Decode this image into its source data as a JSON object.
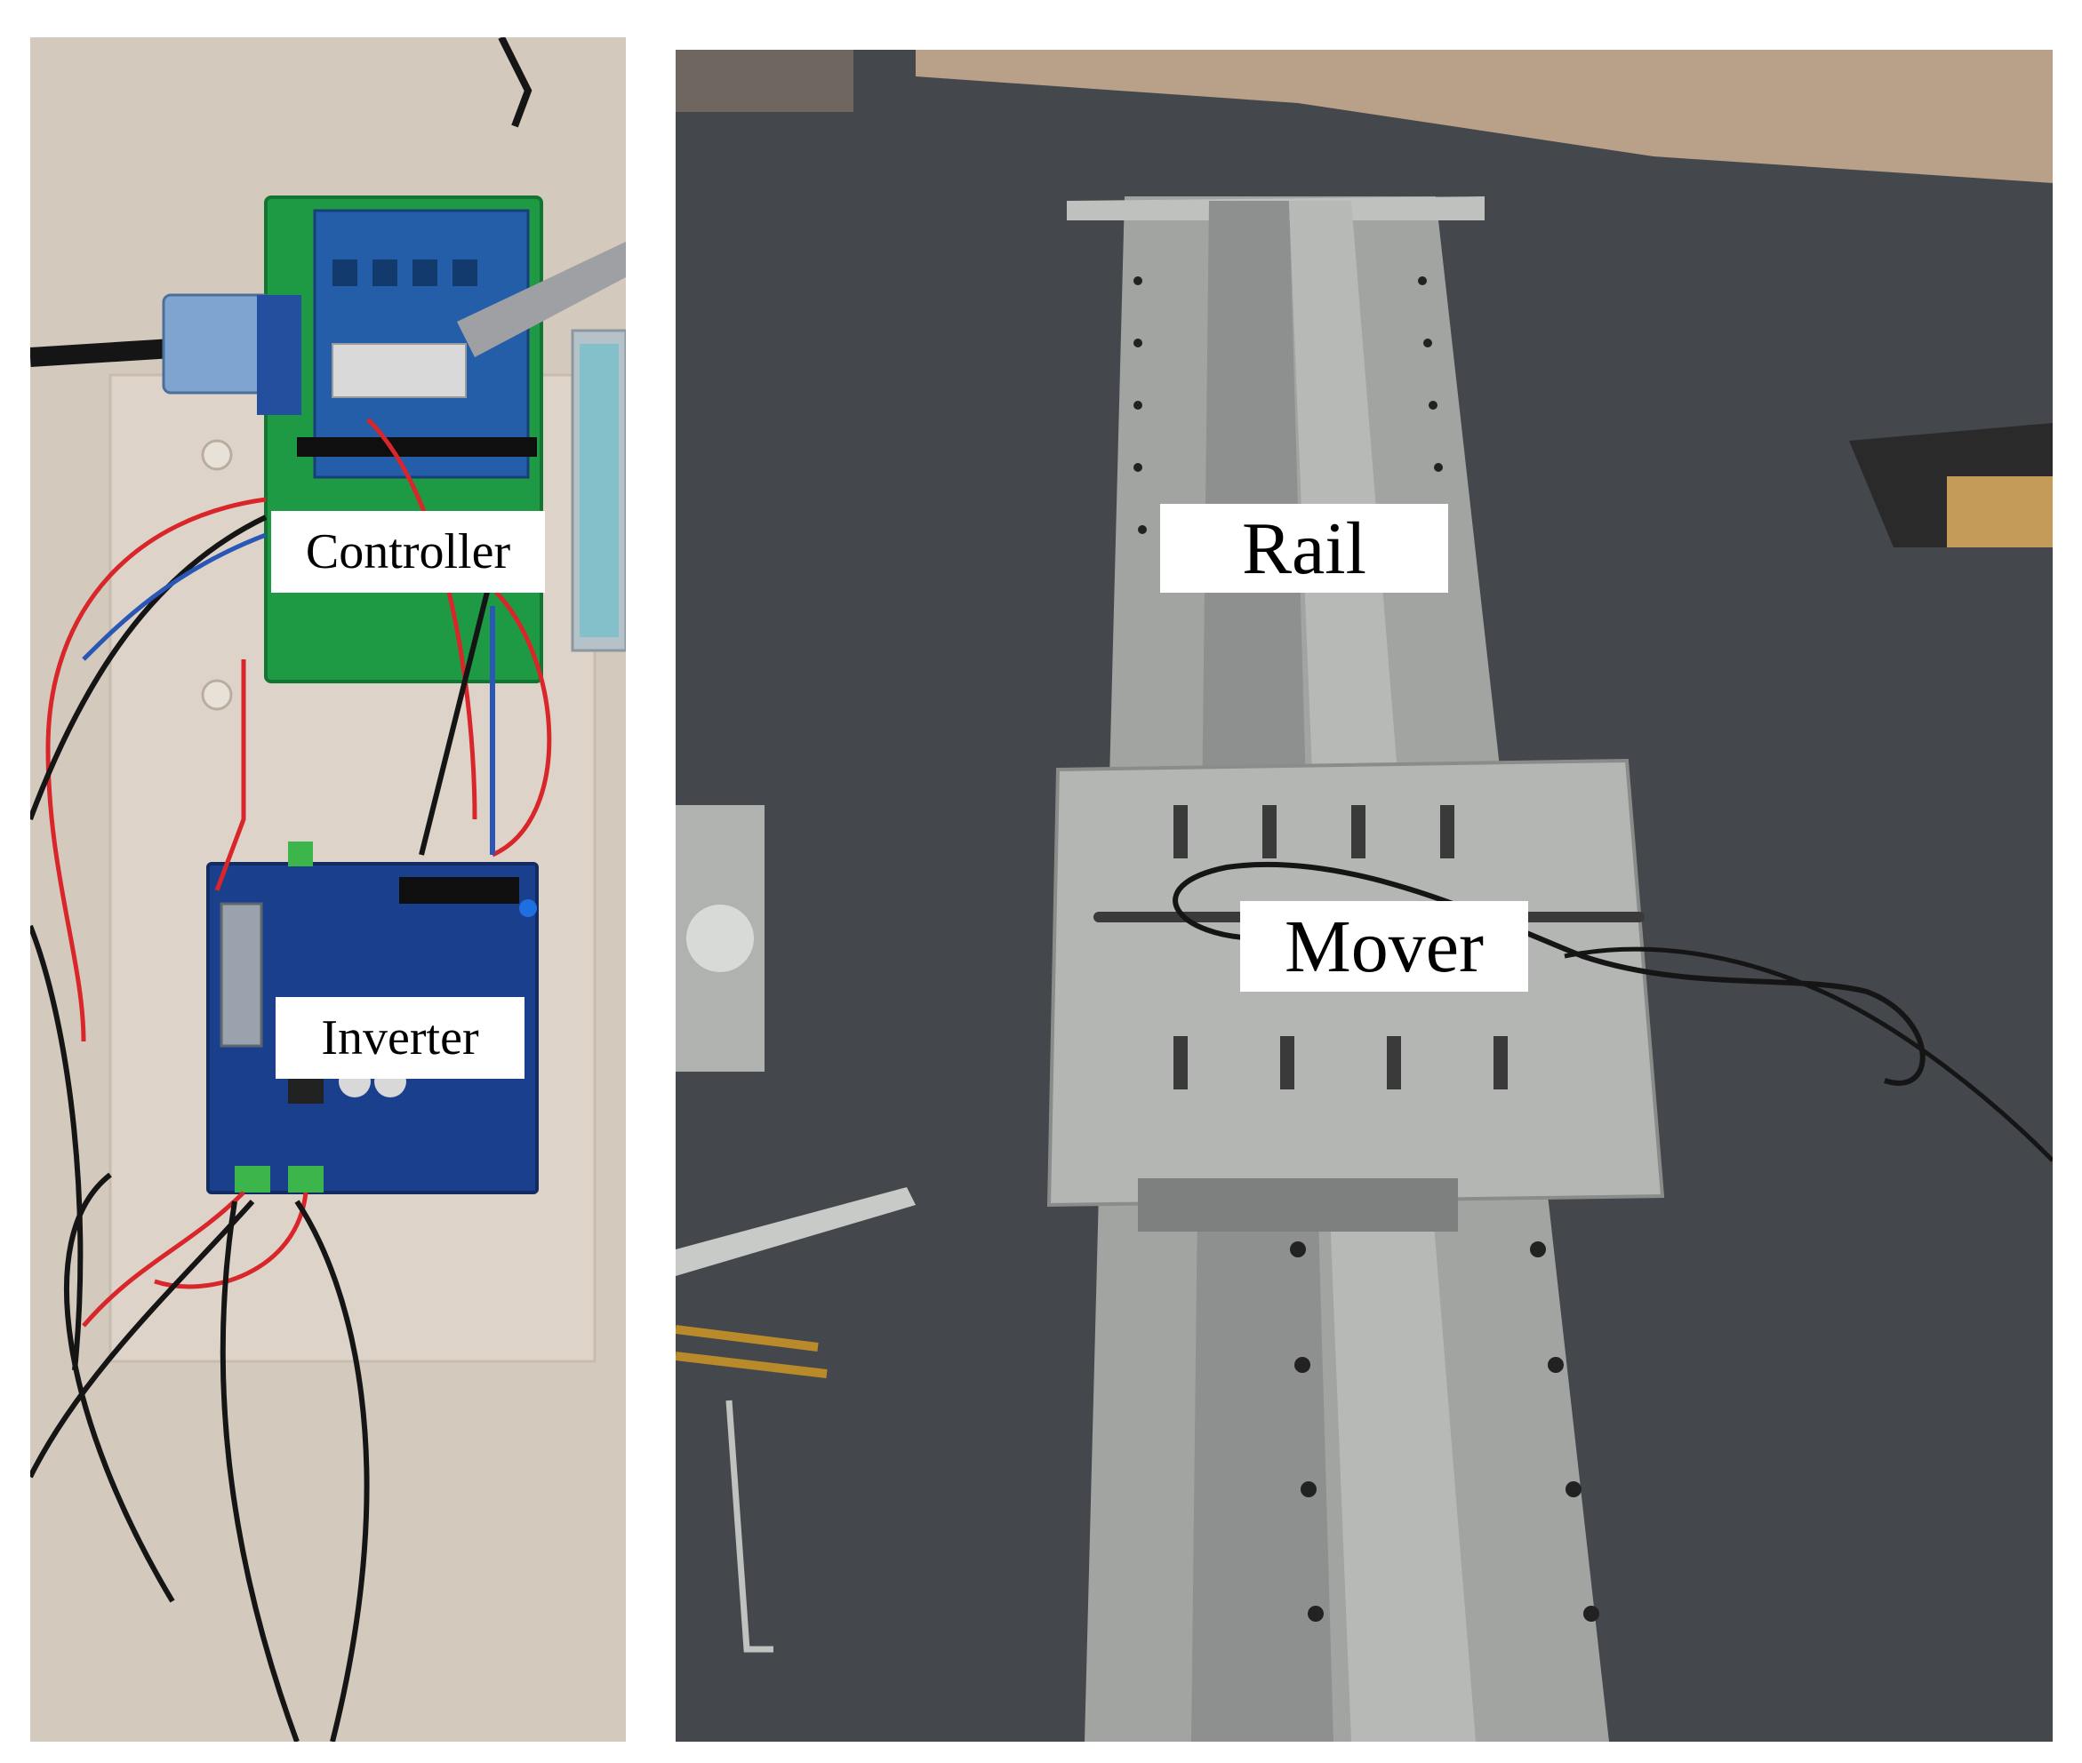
{
  "labels": {
    "controller": "Controller",
    "inverter": "Inverter",
    "rail": "Rail",
    "mover": "Mover"
  },
  "colors": {
    "pcb_green": "#1f9a44",
    "pcb_blue": "#1a3f8c",
    "floor": "#3e4145",
    "metal": "#a9aba8",
    "table": "#d9cfc3",
    "wire_red": "#d8262b",
    "wire_black": "#151515"
  }
}
